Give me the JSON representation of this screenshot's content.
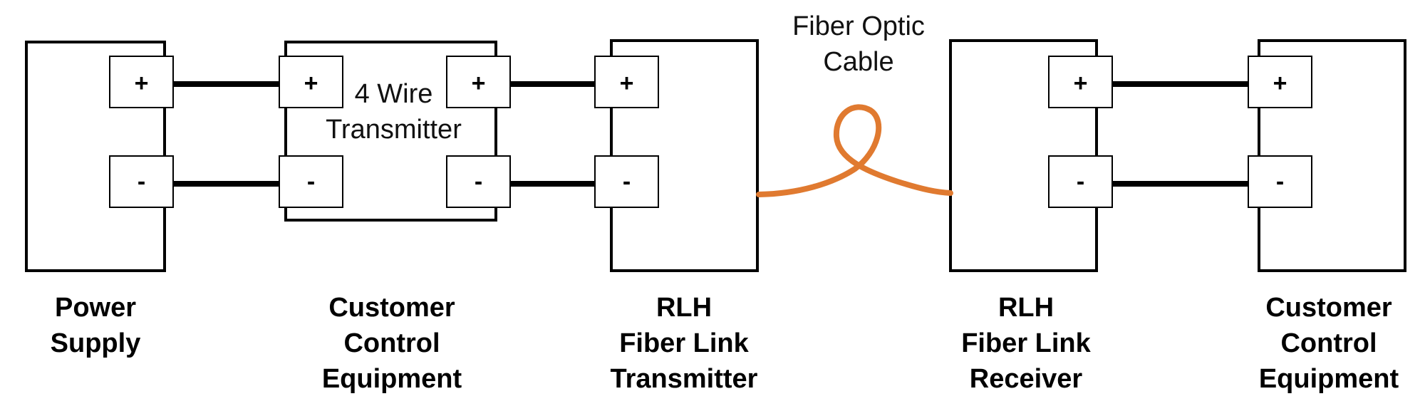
{
  "colors": {
    "line": "#000000",
    "fiber": "#e07a30",
    "background": "#ffffff"
  },
  "terminal_symbols": {
    "positive": "+",
    "negative": "-"
  },
  "fiber_label": [
    "Fiber Optic",
    "Cable"
  ],
  "transmitter_label": [
    "4 Wire",
    "Transmitter"
  ],
  "blocks": [
    {
      "id": "power-supply",
      "label": [
        "Power",
        "Supply"
      ]
    },
    {
      "id": "customer-control-equipment-left",
      "label": [
        "Customer",
        "Control",
        "Equipment"
      ]
    },
    {
      "id": "rlh-fiber-link-transmitter",
      "label": [
        "RLH",
        "Fiber Link",
        "Transmitter"
      ]
    },
    {
      "id": "rlh-fiber-link-receiver",
      "label": [
        "RLH",
        "Fiber Link",
        "Receiver"
      ]
    },
    {
      "id": "customer-control-equipment-right",
      "label": [
        "Customer",
        "Control",
        "Equipment"
      ]
    }
  ]
}
